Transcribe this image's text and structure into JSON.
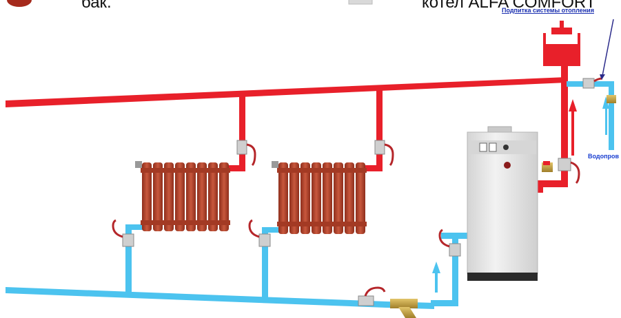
{
  "legend": {
    "tank_caption": "бак.",
    "boiler_caption": "котел  ALFA COMFORT"
  },
  "labels": {
    "makeup": "Подпитка системы отопления",
    "water_supply": "Водопров"
  },
  "colors": {
    "supply": "#e8202a",
    "return": "#4cc3ef",
    "radiator": "#b5442c",
    "boiler_body": "#e7e7e7"
  }
}
